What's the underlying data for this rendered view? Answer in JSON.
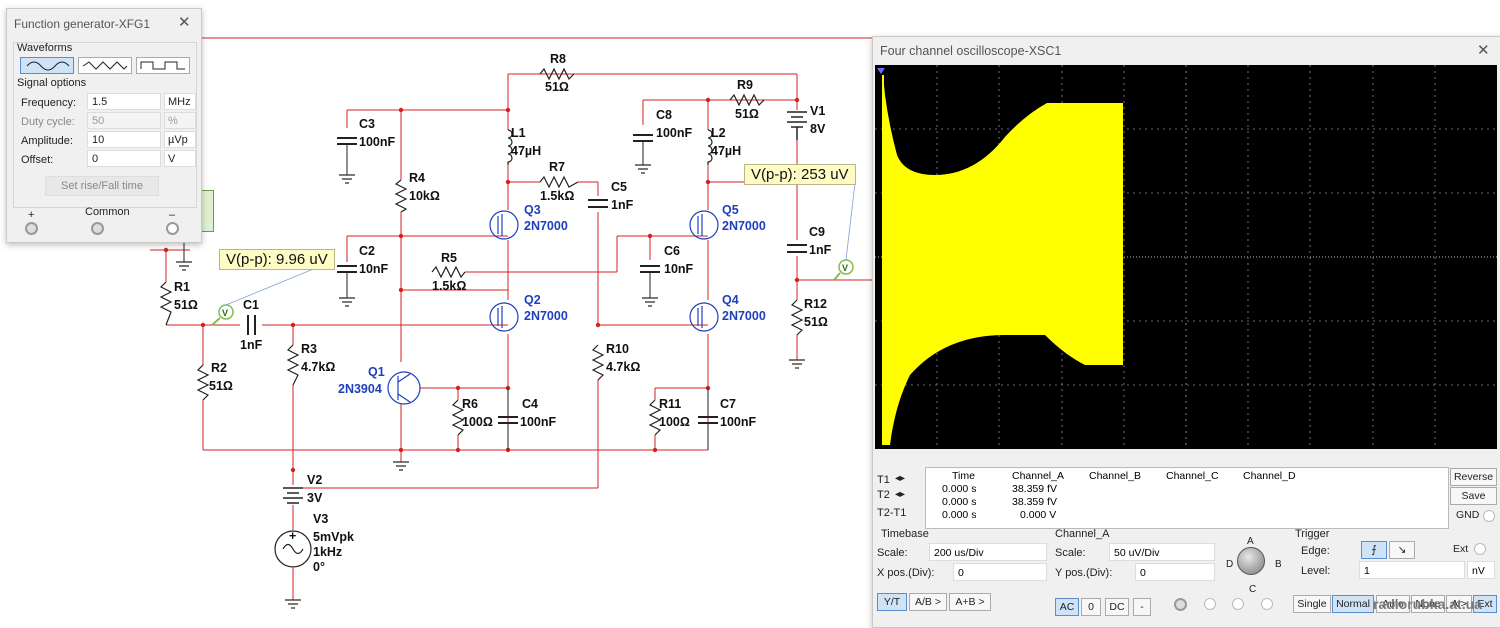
{
  "schematic": {
    "probe_left": "V(p-p): 9.96 uV",
    "probe_right": "V(p-p): 253 uV",
    "components": {
      "r8_name": "R8",
      "r8_value": "51Ω",
      "r9_name": "R9",
      "r9_value": "51Ω",
      "v1_name": "V1",
      "v1_value": "8V",
      "c3_name": "C3",
      "c3_value": "100nF",
      "c8_name": "C8",
      "c8_value": "100nF",
      "l1_name": "L1",
      "l1_value": "47µH",
      "l2_name": "L2",
      "l2_value": "47µH",
      "r7_name": "R7",
      "r7_value": "1.5kΩ",
      "c5_name": "C5",
      "c5_value": "1nF",
      "r4_name": "R4",
      "r4_value": "10kΩ",
      "q3_name": "Q3",
      "q3_value": "2N7000",
      "q5_name": "Q5",
      "q5_value": "2N7000",
      "c9_name": "C9",
      "c9_value": "1nF",
      "c2_name": "C2",
      "c2_value": "10nF",
      "c6_name": "C6",
      "c6_value": "10nF",
      "r5_name": "R5",
      "r5_value": "1.5kΩ",
      "r1_name": "R1",
      "r1_value": "51Ω",
      "c1_name": "C1",
      "c1_value": "1nF",
      "q2_name": "Q2",
      "q2_value": "2N7000",
      "q4_name": "Q4",
      "q4_value": "2N7000",
      "r12_name": "R12",
      "r12_value": "51Ω",
      "r2_name": "R2",
      "r2_value": "51Ω",
      "r3_name": "R3",
      "r3_value": "4.7kΩ",
      "r10_name": "R10",
      "r10_value": "4.7kΩ",
      "q1_name": "Q1",
      "q1_value": "2N3904",
      "r6_name": "R6",
      "r6_value": "100Ω",
      "c4_name": "C4",
      "c4_value": "100nF",
      "r11_name": "R11",
      "r11_value": "100Ω",
      "c7_name": "C7",
      "c7_value": "100nF",
      "v2_name": "V2",
      "v2_value": "3V",
      "v3_name": "V3",
      "v3_value1": "5mVpk",
      "v3_value2": "1kHz",
      "v3_value3": "0°"
    },
    "colors": {
      "wire": "#d42020",
      "signal_wire": "#cc2a2a",
      "probe_bg": "#fffbc4",
      "probe_icon": "#7fbf4a",
      "active_label": "#1f3fbf"
    }
  },
  "function_generator": {
    "title": "Function generator-XFG1",
    "waveforms_label": "Waveforms",
    "waveforms": [
      "sine-wave-icon",
      "triangle-wave-icon",
      "square-wave-icon"
    ],
    "selected_waveform": "sine",
    "signal_options_label": "Signal options",
    "frequency_label": "Frequency:",
    "frequency_value": "1.5",
    "frequency_unit": "MHz",
    "duty_label": "Duty cycle:",
    "duty_value": "50",
    "duty_unit": "%",
    "amplitude_label": "Amplitude:",
    "amplitude_value": "10",
    "amplitude_unit": "µVp",
    "offset_label": "Offset:",
    "offset_value": "0",
    "offset_unit": "V",
    "set_rise_button": "Set rise/Fall time",
    "plus_label": "+",
    "common_label": "Common",
    "minus_label": "–"
  },
  "oscilloscope": {
    "title": "Four channel oscilloscope-XSC1",
    "trace_color": "#ffff00",
    "readout": {
      "headers": [
        "Time",
        "Channel_A",
        "Channel_B",
        "Channel_C",
        "Channel_D"
      ],
      "t1_label": "T1",
      "t2_label": "T2",
      "t2t1_label": "T2-T1",
      "t1_time": "0.000 s",
      "t1_cha": "38.359 fV",
      "t2_time": "0.000 s",
      "t2_cha": "38.359 fV",
      "dt_time": "0.000 s",
      "dt_cha": "0.000 V"
    },
    "reverse_button": "Reverse",
    "save_button": "Save",
    "gnd_label": "GND",
    "timebase_label": "Timebase",
    "scale_label": "Scale:",
    "timebase_scale": "200 us/Div",
    "xpos_label": "X pos.(Div):",
    "xpos_value": "0",
    "yt_button": "Y/T",
    "ab_button": "A/B >",
    "apb_button": "A+B >",
    "channel_label": "Channel_A",
    "ch_scale_label": "Scale:",
    "ch_scale": "50 uV/Div",
    "ypos_label": "Y pos.(Div):",
    "ypos_value": "0",
    "ac_button": "AC",
    "zero_button": "0",
    "dc_button": "DC",
    "minus_button": "-",
    "knob_a": "A",
    "knob_b": "B",
    "knob_c": "C",
    "knob_d": "D",
    "trigger_label": "Trigger",
    "edge_label": "Edge:",
    "ext_label": "Ext",
    "level_label": "Level:",
    "level_value": "1",
    "level_unit": "nV",
    "single_button": "Single",
    "normal_button": "Normal",
    "auto_button": "Auto",
    "none_button": "None",
    "a_button": "A >",
    "ext_button": "Ext"
  },
  "watermark": "radiorubka.at.ua"
}
